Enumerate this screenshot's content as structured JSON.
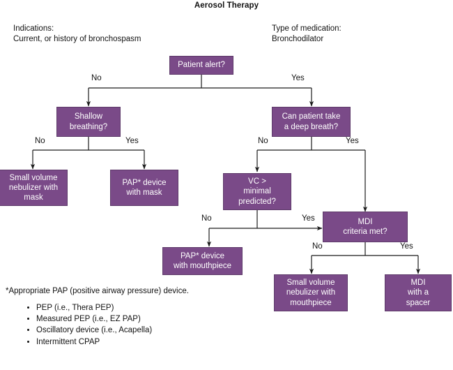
{
  "title": "Aerosol Therapy",
  "headnotes": {
    "left": "Indications:\nCurrent, or history of bronchospasm",
    "right": "Type of medication:\nBronchodilator"
  },
  "colors": {
    "node_fill": "#7a4a88",
    "node_border": "#5d3a69",
    "node_text": "#ffffff",
    "line": "#1a1a1a",
    "page_text": "#111111",
    "background": "#ffffff"
  },
  "nodes": [
    {
      "id": "patient-alert",
      "label": "Patient alert?"
    },
    {
      "id": "shallow-breathing",
      "label": "Shallow\nbreathing?"
    },
    {
      "id": "deep-breath",
      "label": "Can patient take\na deep breath?"
    },
    {
      "id": "svn-mask",
      "label": "Small volume\nnebulizer with\nmask"
    },
    {
      "id": "pap-mask",
      "label": "PAP* device\nwith mask"
    },
    {
      "id": "vc-minimal",
      "label": "VC >\nminimal\npredicted?"
    },
    {
      "id": "mdi-criteria",
      "label": "MDI\ncriteria met?"
    },
    {
      "id": "pap-mouthpiece",
      "label": "PAP* device\nwith mouthpiece"
    },
    {
      "id": "svn-mouthpiece",
      "label": "Small volume\nnebulizer with\nmouthpiece"
    },
    {
      "id": "mdi-spacer",
      "label": "MDI\nwith a\nspacer"
    }
  ],
  "edge_labels": [
    {
      "id": "alert-no",
      "text": "No"
    },
    {
      "id": "alert-yes",
      "text": "Yes"
    },
    {
      "id": "shallow-no",
      "text": "No"
    },
    {
      "id": "shallow-yes",
      "text": "Yes"
    },
    {
      "id": "deep-no",
      "text": "No"
    },
    {
      "id": "deep-yes",
      "text": "Yes"
    },
    {
      "id": "vc-no",
      "text": "No"
    },
    {
      "id": "vc-yes",
      "text": "Yes"
    },
    {
      "id": "mdi-no",
      "text": "No"
    },
    {
      "id": "mdi-yes",
      "text": "Yes"
    }
  ],
  "footnote": "*Appropriate PAP (positive airway pressure) device.",
  "bullets": [
    "PEP (i.e., Thera PEP)",
    "Measured PEP (i.e., EZ PAP)",
    "Oscillatory device (i.e., Acapella)",
    "Intermittent CPAP"
  ]
}
